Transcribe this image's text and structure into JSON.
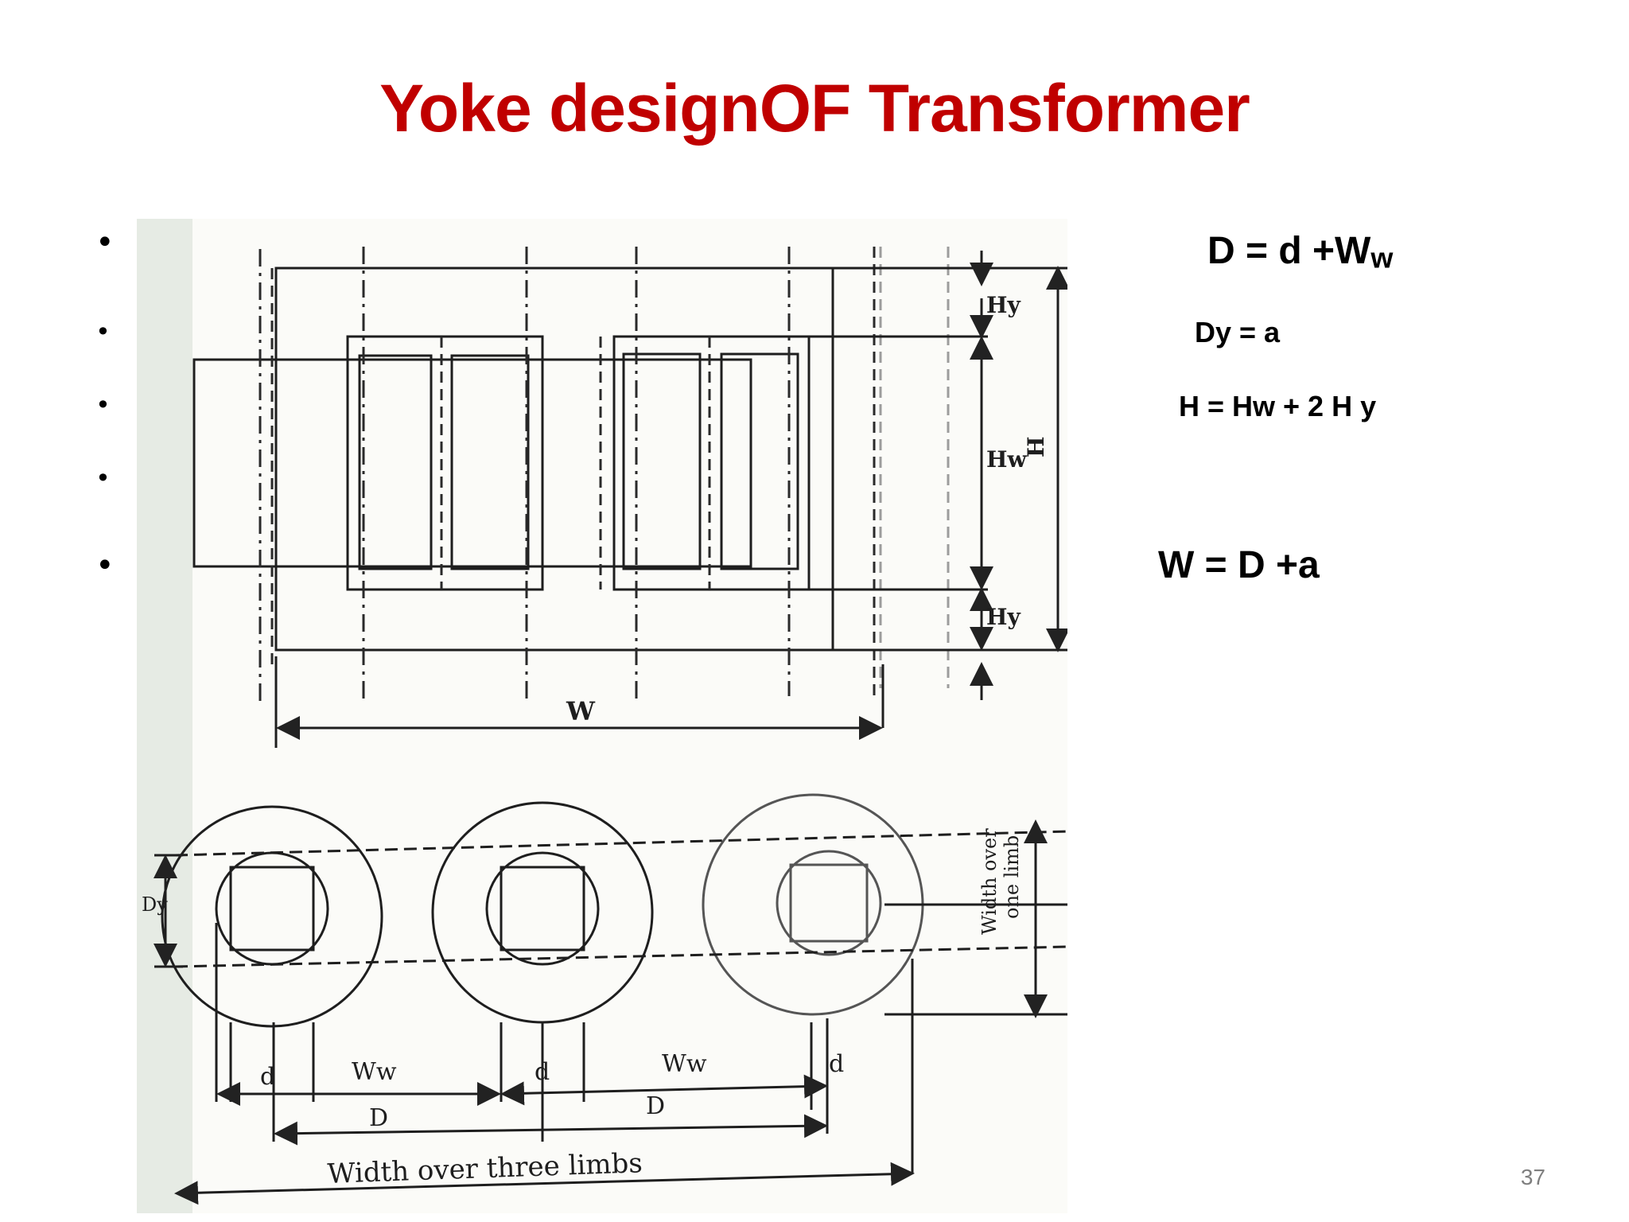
{
  "slide": {
    "title": "Yoke designOF Transformer",
    "page_number": "37"
  },
  "bullets": [
    "•",
    "•",
    "•",
    "•",
    "•"
  ],
  "equations": {
    "eq1": {
      "main": "D = d +W",
      "sub": "w"
    },
    "eq2": "Dy = a",
    "eq3": "H = Hw + 2 H y",
    "eq4": "W = D +a"
  },
  "figure": {
    "labels": {
      "hy_top": "Hy",
      "hw": "Hw",
      "hy_bottom": "Hy",
      "h": "H",
      "w": "W",
      "dy": "Dy",
      "d1": "d",
      "ww1": "Ww",
      "d2": "d",
      "ww2": "Ww",
      "d3": "d",
      "D1": "D",
      "D2": "D",
      "width_three": "Width over three limbs",
      "width_one_line1": "Width over",
      "width_one_line2": "one limb"
    }
  }
}
